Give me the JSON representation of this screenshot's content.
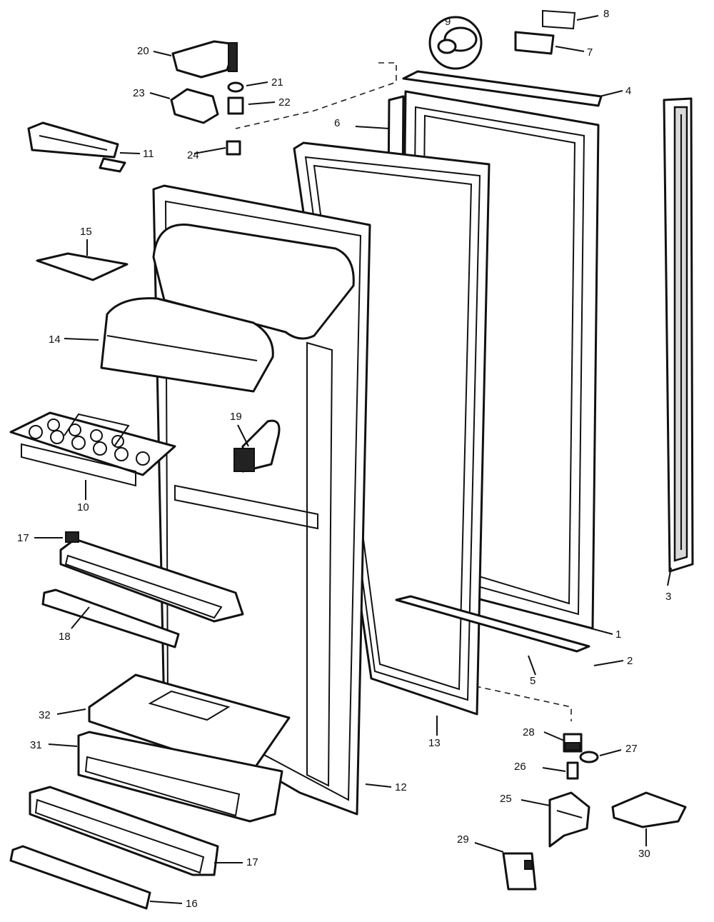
{
  "diagram": {
    "callouts": [
      {
        "id": "1",
        "label": "1"
      },
      {
        "id": "2",
        "label": "2"
      },
      {
        "id": "3",
        "label": "3"
      },
      {
        "id": "4",
        "label": "4"
      },
      {
        "id": "5",
        "label": "5"
      },
      {
        "id": "6",
        "label": "6"
      },
      {
        "id": "7",
        "label": "7"
      },
      {
        "id": "8",
        "label": "8"
      },
      {
        "id": "9",
        "label": "9"
      },
      {
        "id": "10",
        "label": "10"
      },
      {
        "id": "11",
        "label": "11"
      },
      {
        "id": "12",
        "label": "12"
      },
      {
        "id": "13",
        "label": "13"
      },
      {
        "id": "14",
        "label": "14"
      },
      {
        "id": "15",
        "label": "15"
      },
      {
        "id": "16",
        "label": "16"
      },
      {
        "id": "17a",
        "label": "17"
      },
      {
        "id": "17b",
        "label": "17"
      },
      {
        "id": "18",
        "label": "18"
      },
      {
        "id": "19",
        "label": "19"
      },
      {
        "id": "20",
        "label": "20"
      },
      {
        "id": "21",
        "label": "21"
      },
      {
        "id": "22",
        "label": "22"
      },
      {
        "id": "23",
        "label": "23"
      },
      {
        "id": "24",
        "label": "24"
      },
      {
        "id": "25",
        "label": "25"
      },
      {
        "id": "26",
        "label": "26"
      },
      {
        "id": "27",
        "label": "27"
      },
      {
        "id": "28",
        "label": "28"
      },
      {
        "id": "29",
        "label": "29"
      },
      {
        "id": "30",
        "label": "30"
      },
      {
        "id": "31",
        "label": "31"
      },
      {
        "id": "32",
        "label": "32"
      }
    ]
  }
}
